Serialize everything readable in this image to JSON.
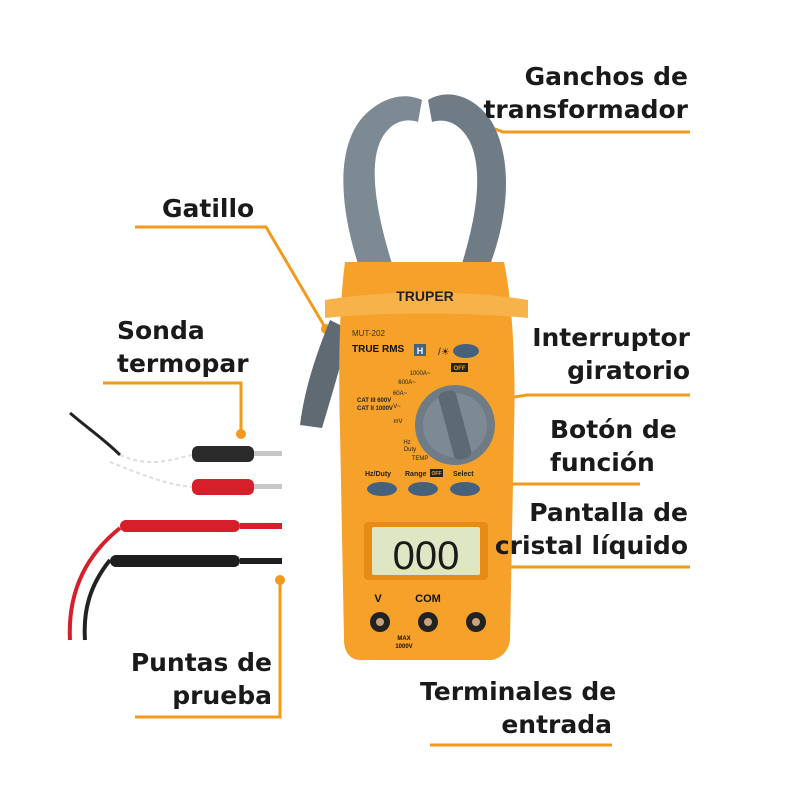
{
  "device": {
    "brand": "TRUPER",
    "model": "MUT-202",
    "true_rms": "TRUE RMS",
    "hold_symbol": "H",
    "display_value": "000",
    "dial": {
      "range_1000a": "1000A~",
      "range_600a": "600A~",
      "range_60a": "60A~",
      "off": "OFF",
      "v_ac": "V~",
      "mv": "mV",
      "hz": "Hz",
      "duty": "Duty",
      "temp": "TEMP"
    },
    "cat_rating_1": "CAT III 600V",
    "cat_rating_2": "CAT II 1000V",
    "button_hz_duty": "Hz/Duty",
    "button_range": "Range",
    "button_range_off": "OFF",
    "button_select": "Select",
    "terminal_v": "V",
    "terminal_com": "COM",
    "max_label": "MAX",
    "max_voltage": "1000V"
  },
  "callouts": {
    "ganchos": [
      "Ganchos de",
      "transformador"
    ],
    "gatillo": [
      "Gatillo"
    ],
    "sonda": [
      "Sonda",
      "termopar"
    ],
    "interruptor": [
      "Interruptor",
      "giratorio"
    ],
    "boton": [
      "Botón de",
      "función"
    ],
    "pantalla": [
      "Pantalla de",
      "cristal líquido"
    ],
    "puntas": [
      "Puntas de",
      "prueba"
    ],
    "terminales": [
      "Terminales de",
      "entrada"
    ]
  },
  "colors": {
    "accent_line": "#f39a1e",
    "body_orange": "#f5a12a",
    "jaw_gray": "#7d8a94",
    "lcd_green": "#dfe6c4",
    "button_blue": "#45617d"
  }
}
